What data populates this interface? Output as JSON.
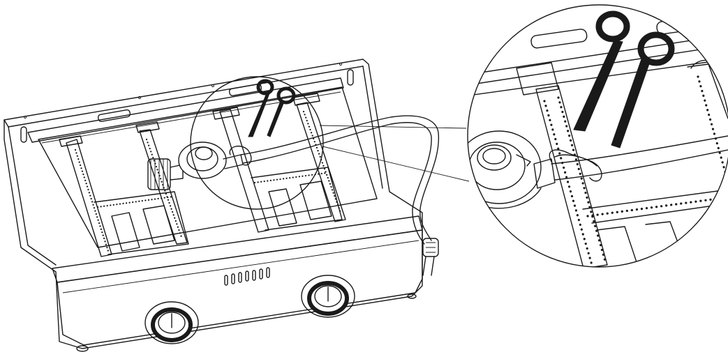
{
  "figure": {
    "stove_icon": "two-burner-stove",
    "regulator_icon": "gas-regulator",
    "hose_icon": "gas-hose",
    "cable_tie_icon": "cable-tie",
    "scissors_icon": "scissors",
    "magnifier_icon": "detail-magnifier",
    "knob_count": 2,
    "burner_count": 2,
    "vent_slot_count": 7,
    "line_color": "#1a1a1a",
    "background_color": "#ffffff"
  }
}
